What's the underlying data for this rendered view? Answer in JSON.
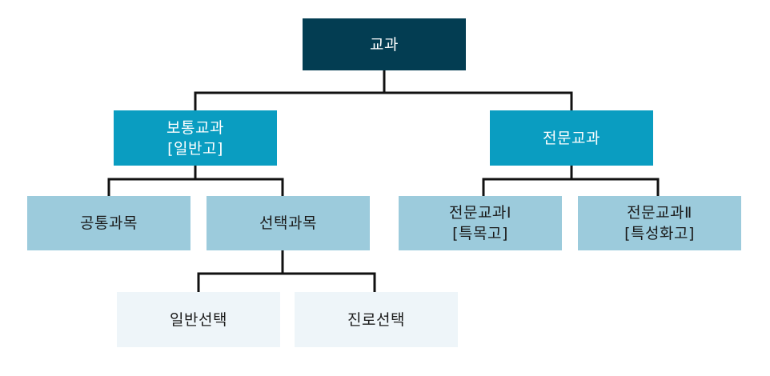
{
  "nodes": {
    "root": {
      "label": "교과"
    },
    "general": {
      "line1": "보통교과",
      "line2": "[일반고]"
    },
    "specialized": {
      "label": "전문교과"
    },
    "common": {
      "label": "공통과목"
    },
    "elective": {
      "label": "선택과목"
    },
    "spec1": {
      "line1": "전문교과Ⅰ",
      "line2": "[특목고]"
    },
    "spec2": {
      "line1": "전문교과Ⅱ",
      "line2": "[특성화고]"
    },
    "general_elective": {
      "label": "일반선택"
    },
    "career_elective": {
      "label": "진로선택"
    }
  },
  "colors": {
    "root": "#033d52",
    "level1": "#0a9dc1",
    "level2": "#9ccbdc",
    "level3": "#eef5f9",
    "connector": "#111111"
  }
}
